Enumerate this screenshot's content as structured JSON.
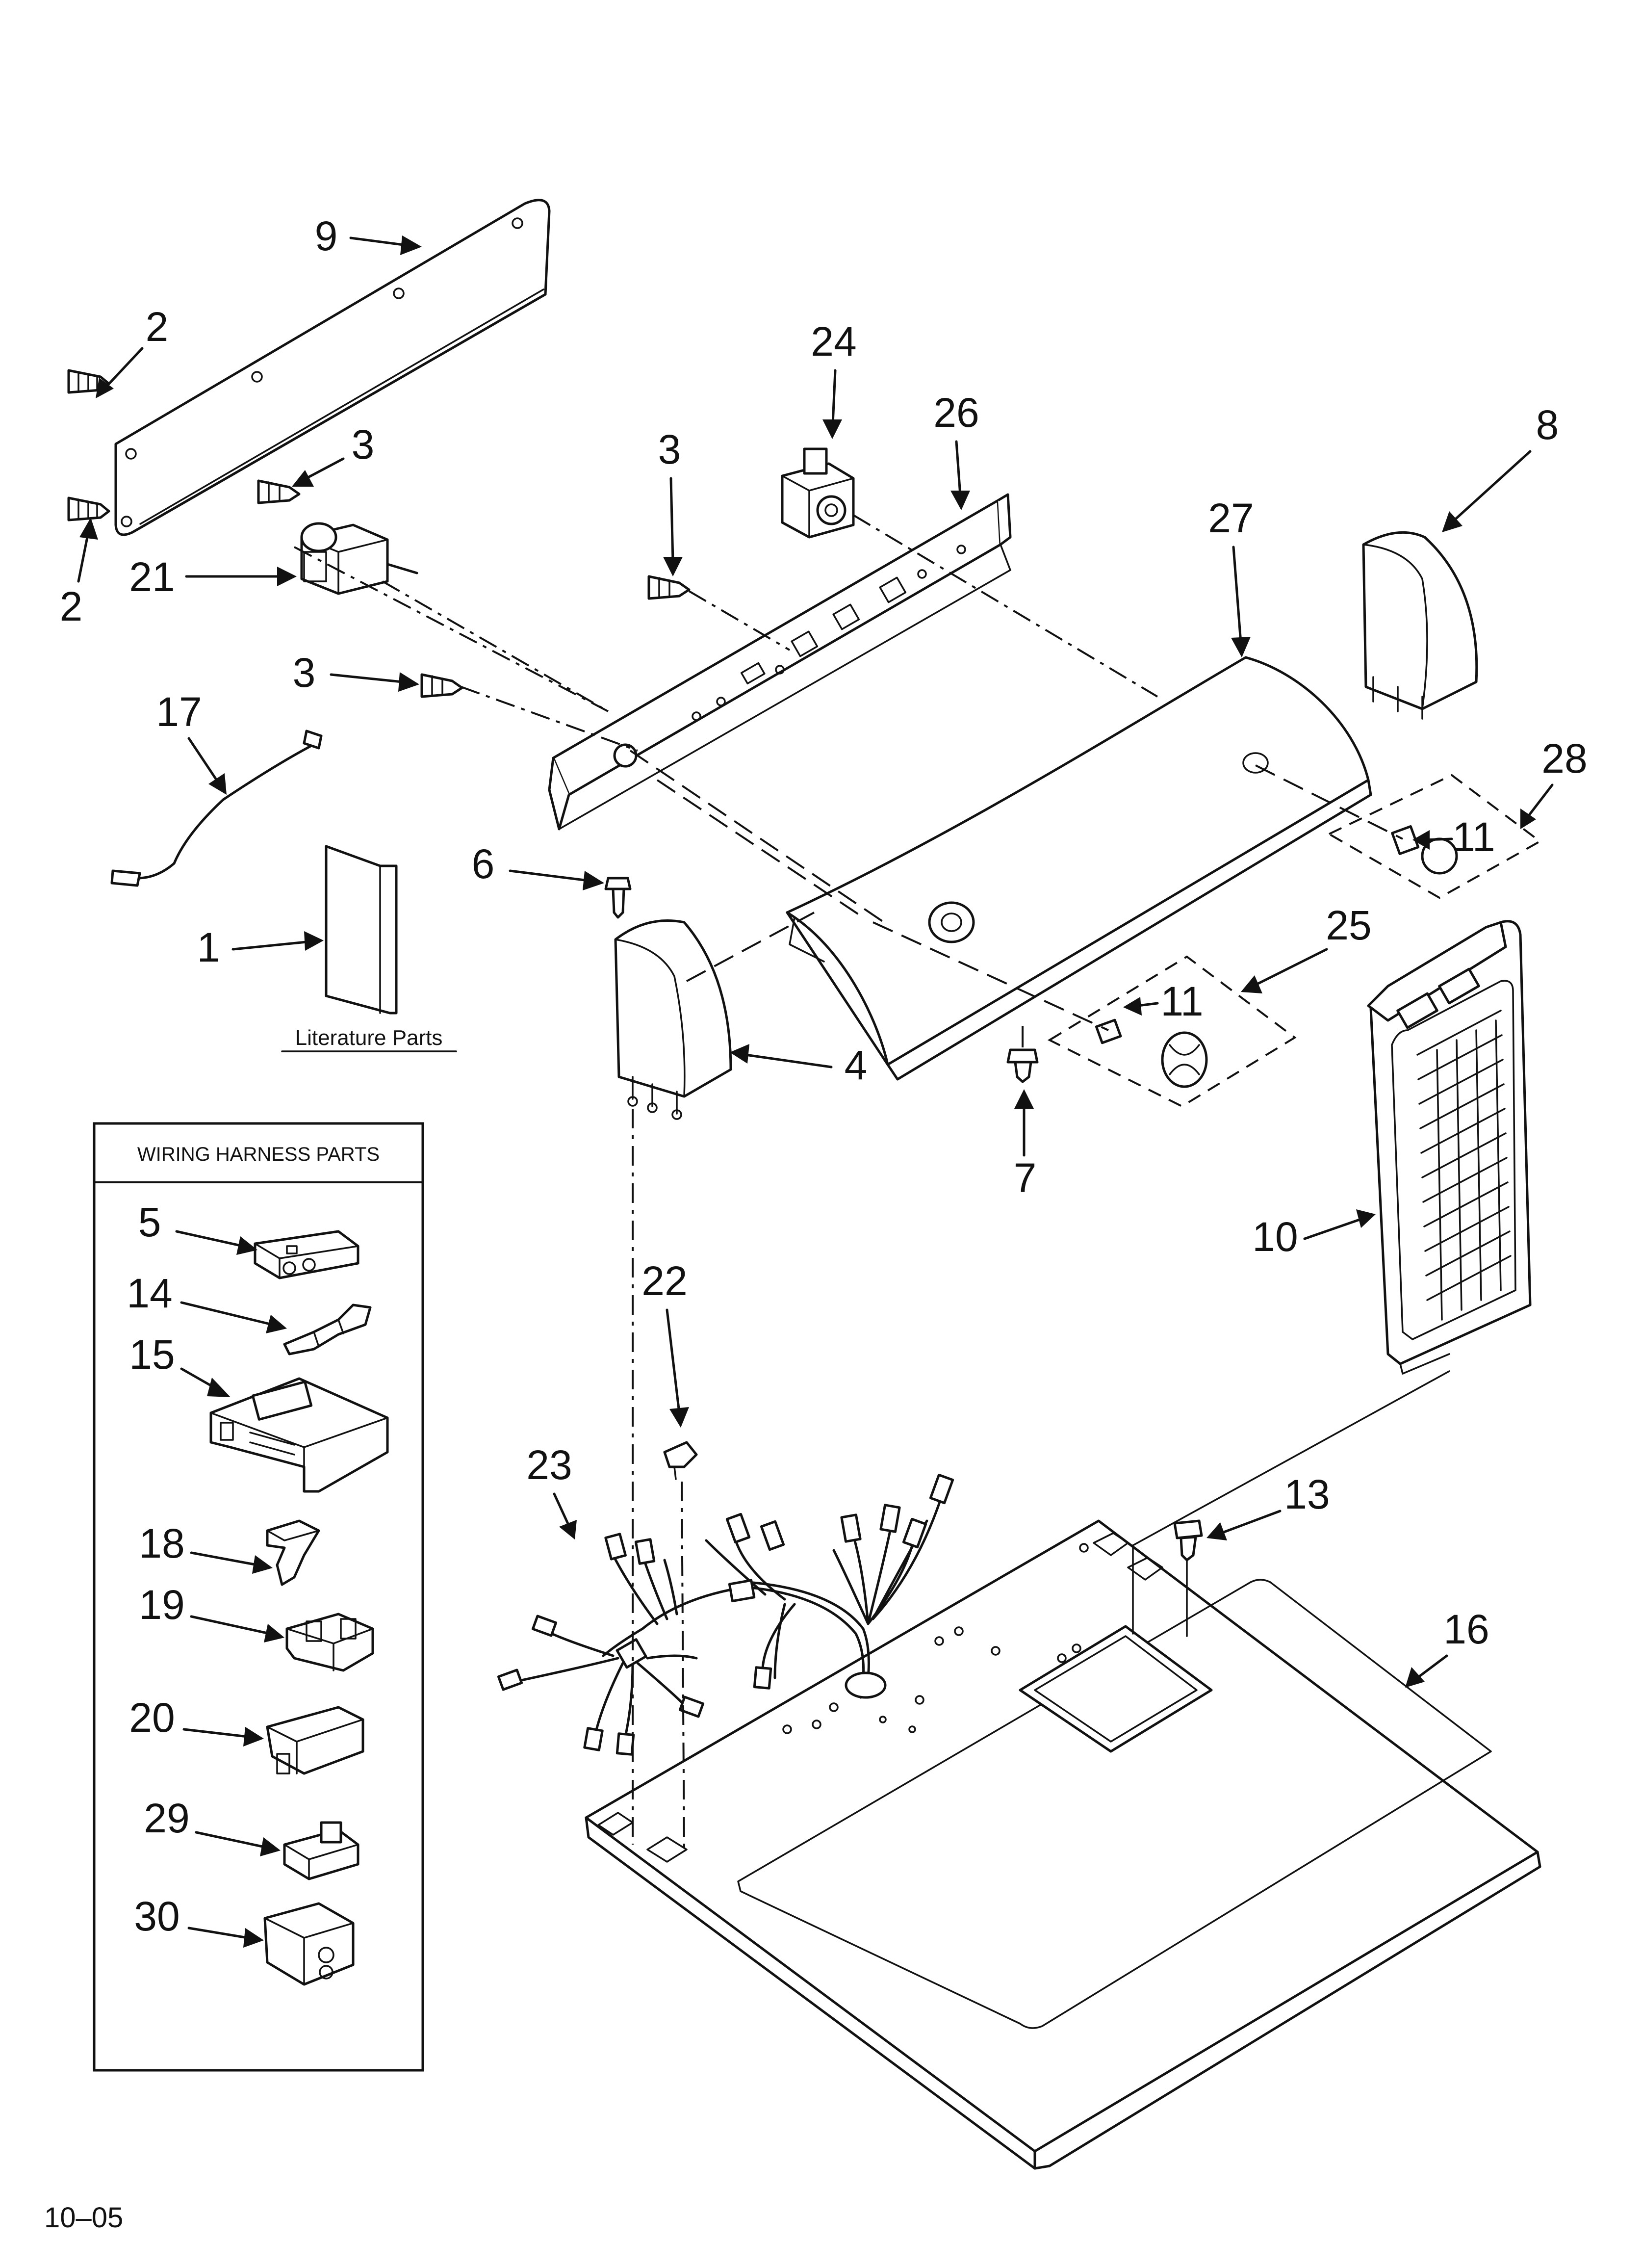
{
  "footer": {
    "code": "10–05"
  },
  "literature": {
    "caption": "Literature Parts"
  },
  "wiring_box": {
    "title": "WIRING HARNESS PARTS"
  },
  "callouts": {
    "c9": "9",
    "c2a": "2",
    "c2b": "2",
    "c3a": "3",
    "c21": "21",
    "c3b": "3",
    "c3c": "3",
    "c24": "24",
    "c26": "26",
    "c27": "27",
    "c8": "8",
    "c28": "28",
    "c11a": "11",
    "c25": "25",
    "c11b": "11",
    "c17": "17",
    "c1": "1",
    "c6": "6",
    "c4": "4",
    "c7": "7",
    "c10": "10",
    "c22": "22",
    "c23": "23",
    "c13": "13",
    "c16": "16",
    "c5": "5",
    "c14": "14",
    "c15": "15",
    "c18": "18",
    "c19": "19",
    "c20": "20",
    "c29": "29",
    "c30": "30"
  }
}
